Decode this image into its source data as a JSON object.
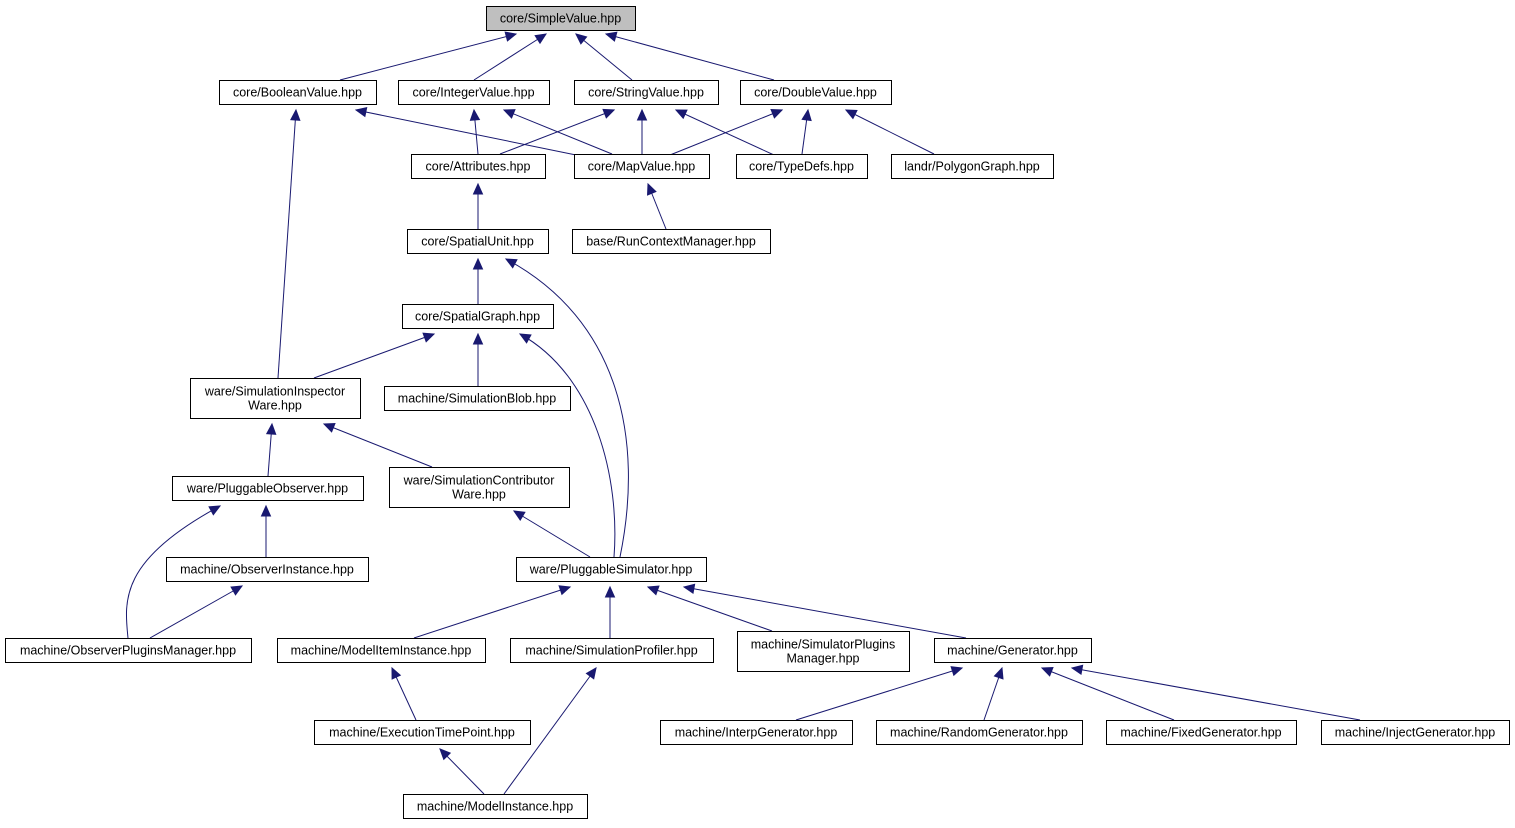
{
  "nodes": [
    {
      "id": "simple",
      "label": "core/SimpleValue.hpp",
      "root": true
    },
    {
      "id": "boolean",
      "label": "core/BooleanValue.hpp"
    },
    {
      "id": "integer",
      "label": "core/IntegerValue.hpp"
    },
    {
      "id": "string",
      "label": "core/StringValue.hpp"
    },
    {
      "id": "double",
      "label": "core/DoubleValue.hpp"
    },
    {
      "id": "attributes",
      "label": "core/Attributes.hpp"
    },
    {
      "id": "mapvalue",
      "label": "core/MapValue.hpp"
    },
    {
      "id": "typedefs",
      "label": "core/TypeDefs.hpp"
    },
    {
      "id": "polygon",
      "label": "landr/PolygonGraph.hpp"
    },
    {
      "id": "spatialunit",
      "label": "core/SpatialUnit.hpp"
    },
    {
      "id": "runcontext",
      "label": "base/RunContextManager.hpp"
    },
    {
      "id": "spatialgraph",
      "label": "core/SpatialGraph.hpp"
    },
    {
      "id": "inspector",
      "label": "ware/SimulationInspector\nWare.hpp"
    },
    {
      "id": "blob",
      "label": "machine/SimulationBlob.hpp"
    },
    {
      "id": "pobserver",
      "label": "ware/PluggableObserver.hpp"
    },
    {
      "id": "contributor",
      "label": "ware/SimulationContributor\nWare.hpp"
    },
    {
      "id": "obsinstance",
      "label": "machine/ObserverInstance.hpp"
    },
    {
      "id": "psimulator",
      "label": "ware/PluggableSimulator.hpp"
    },
    {
      "id": "obsplugins",
      "label": "machine/ObserverPluginsManager.hpp"
    },
    {
      "id": "modelitem",
      "label": "machine/ModelItemInstance.hpp"
    },
    {
      "id": "profiler",
      "label": "machine/SimulationProfiler.hpp"
    },
    {
      "id": "simplugins",
      "label": "machine/SimulatorPlugins\nManager.hpp"
    },
    {
      "id": "generator",
      "label": "machine/Generator.hpp"
    },
    {
      "id": "exectime",
      "label": "machine/ExecutionTimePoint.hpp"
    },
    {
      "id": "interp",
      "label": "machine/InterpGenerator.hpp"
    },
    {
      "id": "random",
      "label": "machine/RandomGenerator.hpp"
    },
    {
      "id": "fixed",
      "label": "machine/FixedGenerator.hpp"
    },
    {
      "id": "inject",
      "label": "machine/InjectGenerator.hpp"
    },
    {
      "id": "modelinstance",
      "label": "machine/ModelInstance.hpp"
    }
  ],
  "edges": [
    {
      "from": "simple",
      "to": "boolean"
    },
    {
      "from": "simple",
      "to": "integer"
    },
    {
      "from": "simple",
      "to": "string"
    },
    {
      "from": "simple",
      "to": "double"
    },
    {
      "from": "boolean",
      "to": "mapvalue"
    },
    {
      "from": "boolean",
      "to": "inspector"
    },
    {
      "from": "integer",
      "to": "attributes"
    },
    {
      "from": "integer",
      "to": "mapvalue"
    },
    {
      "from": "string",
      "to": "attributes"
    },
    {
      "from": "string",
      "to": "mapvalue"
    },
    {
      "from": "string",
      "to": "typedefs"
    },
    {
      "from": "double",
      "to": "mapvalue"
    },
    {
      "from": "double",
      "to": "typedefs"
    },
    {
      "from": "double",
      "to": "polygon"
    },
    {
      "from": "attributes",
      "to": "spatialunit"
    },
    {
      "from": "mapvalue",
      "to": "runcontext"
    },
    {
      "from": "spatialunit",
      "to": "spatialgraph"
    },
    {
      "from": "spatialunit",
      "to": "psimulator"
    },
    {
      "from": "spatialgraph",
      "to": "inspector"
    },
    {
      "from": "spatialgraph",
      "to": "blob"
    },
    {
      "from": "spatialgraph",
      "to": "psimulator"
    },
    {
      "from": "inspector",
      "to": "pobserver"
    },
    {
      "from": "inspector",
      "to": "contributor"
    },
    {
      "from": "pobserver",
      "to": "obsinstance"
    },
    {
      "from": "pobserver",
      "to": "obsplugins"
    },
    {
      "from": "obsinstance",
      "to": "obsplugins"
    },
    {
      "from": "contributor",
      "to": "psimulator"
    },
    {
      "from": "psimulator",
      "to": "modelitem"
    },
    {
      "from": "psimulator",
      "to": "profiler"
    },
    {
      "from": "psimulator",
      "to": "simplugins"
    },
    {
      "from": "psimulator",
      "to": "generator"
    },
    {
      "from": "modelitem",
      "to": "exectime"
    },
    {
      "from": "profiler",
      "to": "modelinstance"
    },
    {
      "from": "exectime",
      "to": "modelinstance"
    },
    {
      "from": "generator",
      "to": "interp"
    },
    {
      "from": "generator",
      "to": "random"
    },
    {
      "from": "generator",
      "to": "fixed"
    },
    {
      "from": "generator",
      "to": "inject"
    }
  ]
}
